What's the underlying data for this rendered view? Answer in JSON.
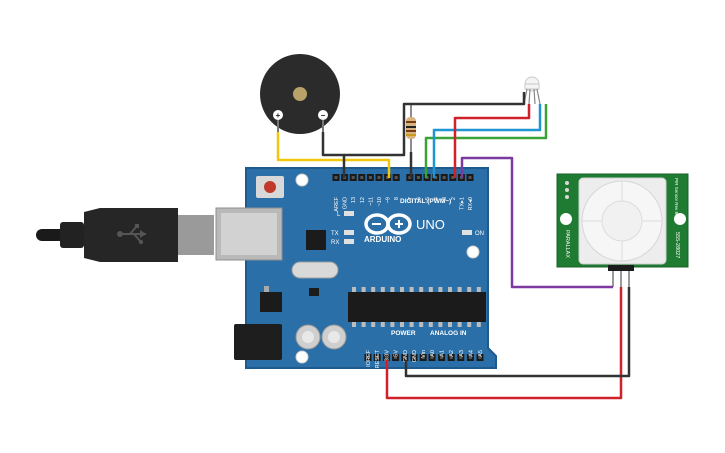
{
  "board": {
    "brand_line1": "ARDUINO",
    "brand_line2": "UNO",
    "digital_label": "DIGITAL (PWM~)",
    "power_label": "POWER",
    "analog_label": "ANALOG IN",
    "on_label": "ON",
    "led_l": "L",
    "led_tx": "TX",
    "led_rx": "RX",
    "top_pins": [
      "AREF",
      "GND",
      "13",
      "12",
      "~11",
      "~10",
      "~9",
      "8",
      "7",
      "~6",
      "~5",
      "4",
      "~3",
      "2",
      "TX▸1",
      "RX◂0"
    ],
    "power_pins": [
      "IOREF",
      "RESET",
      "3.3V",
      "5V",
      "GND",
      "GND",
      "Vin"
    ],
    "analog_pins": [
      "A0",
      "A1",
      "A2",
      "A3",
      "A4",
      "A5"
    ]
  },
  "buzzer": {
    "plus": "+",
    "minus": "−"
  },
  "pir": {
    "brand": "PARALLAX",
    "part_number": "555-28027",
    "model": "PIR Sensor Rev B"
  },
  "colors": {
    "board": "#2a6fa8",
    "board_edge": "#1f5a8c",
    "wire_yellow": "#f2c80f",
    "wire_black": "#333333",
    "wire_red": "#d0202a",
    "wire_green": "#3aa335",
    "wire_blue": "#1e96d2",
    "wire_purple": "#7c3aa0",
    "pir_pcb": "#1f7a32"
  }
}
